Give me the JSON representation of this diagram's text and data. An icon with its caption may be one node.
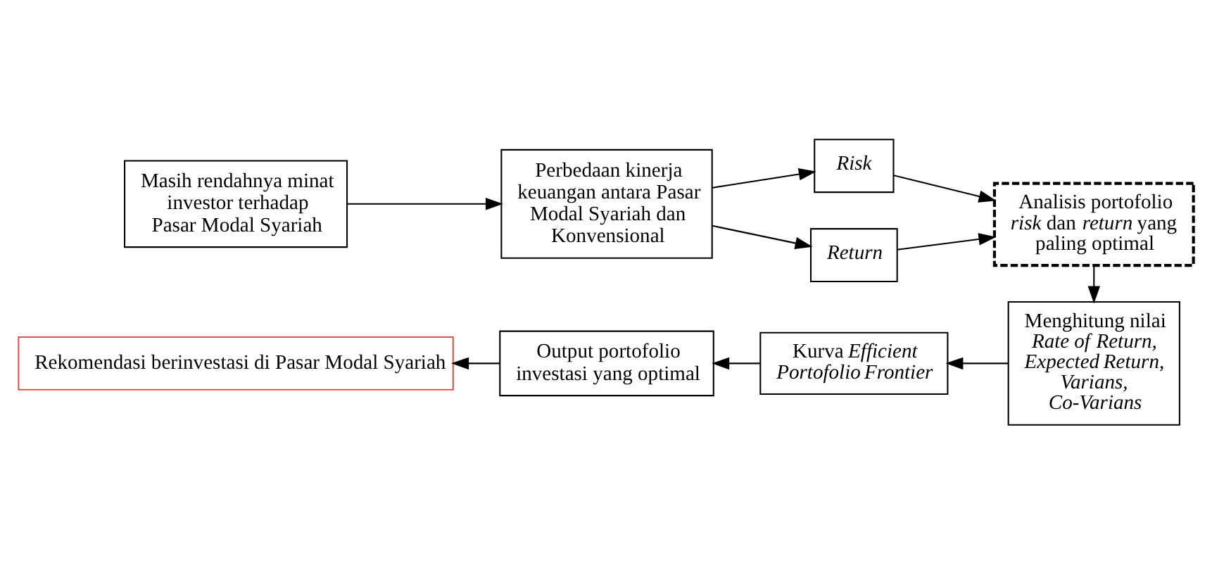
{
  "diagram": {
    "nodes": [
      {
        "text": [
          "Masih rendahnya minat investor terhadap Pasar Modal Syariah"
        ]
      },
      {
        "text": [
          "Perbedaan kinerja keuangan antara Pasar Modal Syariah dan Konvensional"
        ]
      },
      {
        "text": [
          "Risk"
        ]
      },
      {
        "text": [
          "Return"
        ]
      },
      {
        "text": [
          "Analisis portofolio *risk* dan *return* yang paling optimal"
        ]
      },
      {
        "text": [
          "Menghitung nilai *Rate of Return, Expected Return, Varians, Co-Varians*"
        ]
      },
      {
        "text": [
          "Kurva *Efficient Portofolio Frontier*"
        ]
      },
      {
        "text": [
          "Output portofolio investasi yang optimal"
        ]
      },
      {
        "text": [
          "Rekomendasi berinvestasi di Pasar Modal Syariah"
        ]
      }
    ],
    "edges": [
      {
        "from": 0,
        "to": 1,
        "arrow": "to"
      },
      {
        "from": 1,
        "to": 2,
        "arrow": "to"
      },
      {
        "from": 1,
        "to": 3,
        "arrow": "to"
      },
      {
        "from": 2,
        "to": 4,
        "arrow": "to"
      },
      {
        "from": 3,
        "to": 4,
        "arrow": "to"
      },
      {
        "from": 4,
        "to": 5,
        "arrow": "to"
      },
      {
        "from": 5,
        "to": 6,
        "arrow": "to"
      },
      {
        "from": 6,
        "to": 7,
        "arrow": "to"
      },
      {
        "from": 7,
        "to": 8,
        "arrow": "to"
      }
    ]
  }
}
